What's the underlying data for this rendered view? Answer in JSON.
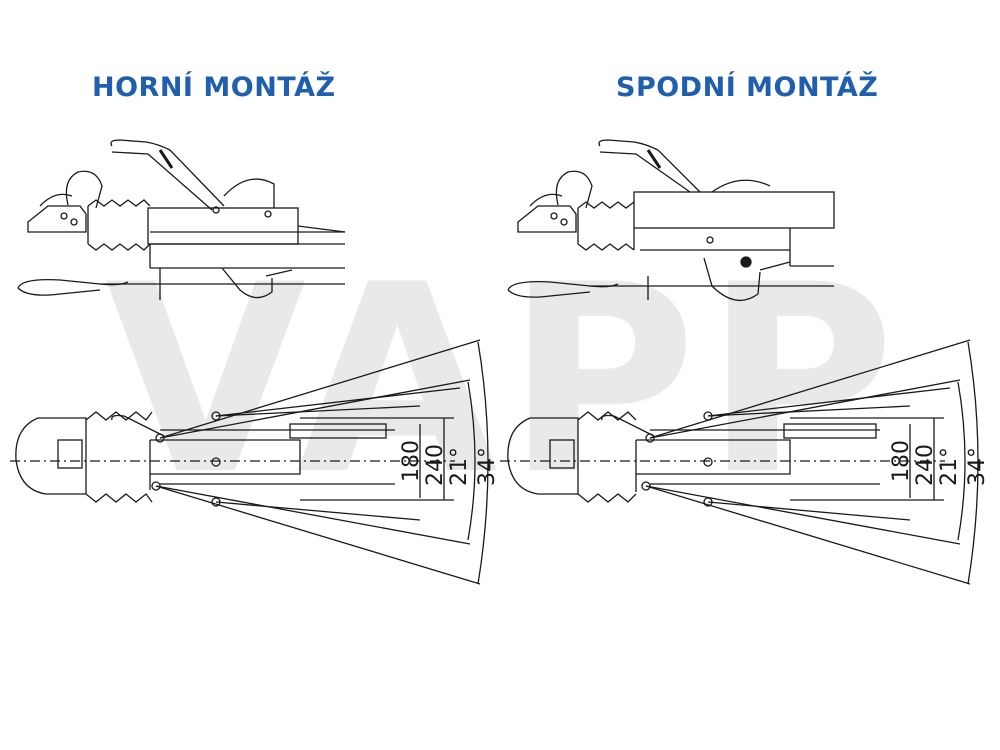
{
  "colors": {
    "title": "#1f5fae",
    "line": "#1a1a1a",
    "watermark": "#e6e6e6"
  },
  "watermark": {
    "text": "VAPP"
  },
  "panels": [
    {
      "title": "HORNÍ MONTÁŽ",
      "dims": {
        "d180": "180",
        "d240": "240",
        "a21": "21°",
        "a34": "34°"
      }
    },
    {
      "title": "SPODNÍ MONTÁŽ",
      "dims": {
        "d180": "180",
        "d240": "240",
        "a21": "21°",
        "a34": "34°"
      }
    }
  ]
}
